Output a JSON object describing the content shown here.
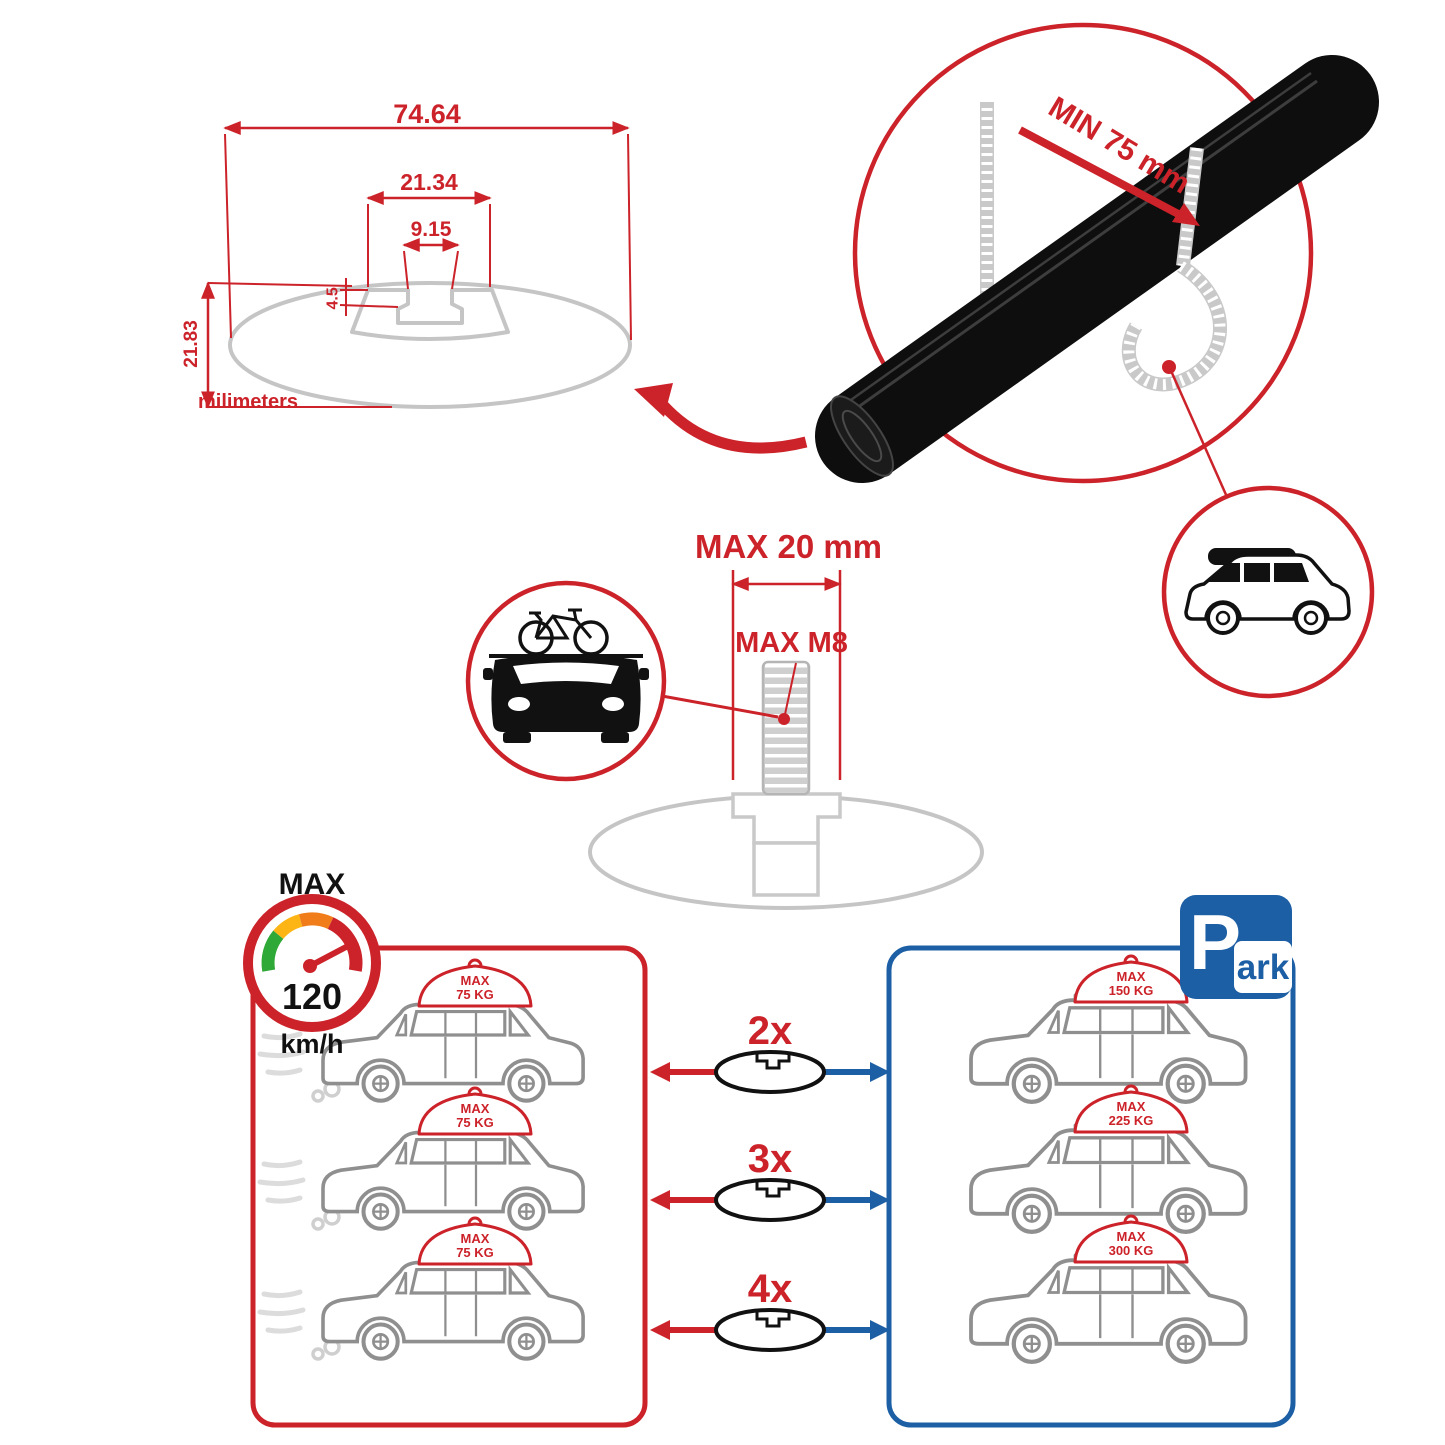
{
  "colors": {
    "accent_red": "#cc2229",
    "accent_blue": "#1d5fa5",
    "profile_gray": "#c5c5c5",
    "car_gray": "#8f8f8f",
    "bar_black": "#0e0e0e"
  },
  "dimension_diagram": {
    "total_width": "74.64",
    "slot_outer_width": "21.34",
    "slot_inner_width": "9.15",
    "slot_depth": "4.5",
    "total_height": "21.83",
    "unit_label": "milimeters"
  },
  "crossbar_detail": {
    "clamp_min_label": "MIN 75 mm"
  },
  "mount_detail": {
    "max_width_label": "MAX 20 mm",
    "max_thread_label": "MAX M8"
  },
  "speed_gauge": {
    "title": "MAX",
    "value": "120",
    "unit": "km/h"
  },
  "load_comparison": {
    "multipliers": [
      "2x",
      "3x",
      "4x"
    ],
    "driving_panel": {
      "cars": [
        {
          "max_label": "MAX",
          "load": "75 KG"
        },
        {
          "max_label": "MAX",
          "load": "75 KG"
        },
        {
          "max_label": "MAX",
          "load": "75 KG"
        }
      ]
    },
    "parked_panel": {
      "cars": [
        {
          "max_label": "MAX",
          "load": "150 KG"
        },
        {
          "max_label": "MAX",
          "load": "225 KG"
        },
        {
          "max_label": "MAX",
          "load": "300 KG"
        }
      ]
    },
    "park_sign": {
      "letter": "P",
      "rest": "ark"
    }
  }
}
